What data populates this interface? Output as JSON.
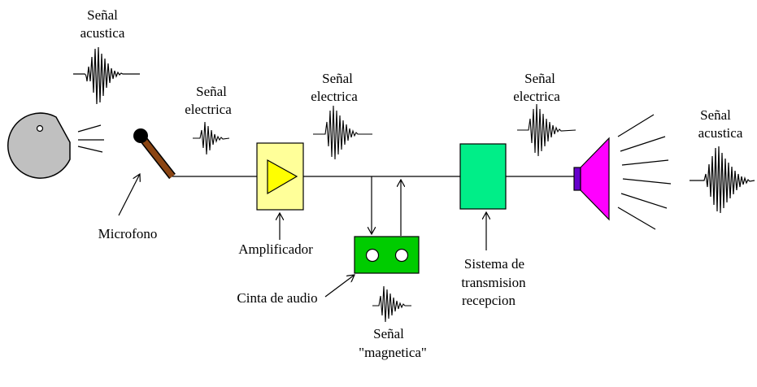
{
  "labels": {
    "signal_acoustic_in": [
      "Señal",
      "acustica"
    ],
    "signal_electric_1": [
      "Señal",
      "electrica"
    ],
    "signal_electric_2": [
      "Señal",
      "electrica"
    ],
    "signal_electric_3": [
      "Señal",
      "electrica"
    ],
    "signal_acoustic_out": [
      "Señal",
      "acustica"
    ],
    "signal_magnetic": [
      "Señal",
      "\"magnetica\""
    ],
    "microphone": "Microfono",
    "amplifier": "Amplificador",
    "tape": "Cinta de audio",
    "transmission": [
      "Sistema de",
      "transmision",
      "recepcion"
    ]
  },
  "colors": {
    "speaker_head": "#c0c0c0",
    "microphone_handle": "#8b4513",
    "amplifier_box": "#ffff99",
    "amplifier_triangle": "#ffff00",
    "tape_box": "#00cc00",
    "transmission_box": "#00ee88",
    "loudspeaker_cone": "#ff00ff",
    "loudspeaker_magnet": "#6600cc"
  },
  "icons": {
    "speaker_head": "pacman-head-icon",
    "microphone": "microphone-icon",
    "amplifier": "amplifier-triangle-icon",
    "tape": "cassette-tape-icon",
    "loudspeaker": "loudspeaker-icon"
  }
}
